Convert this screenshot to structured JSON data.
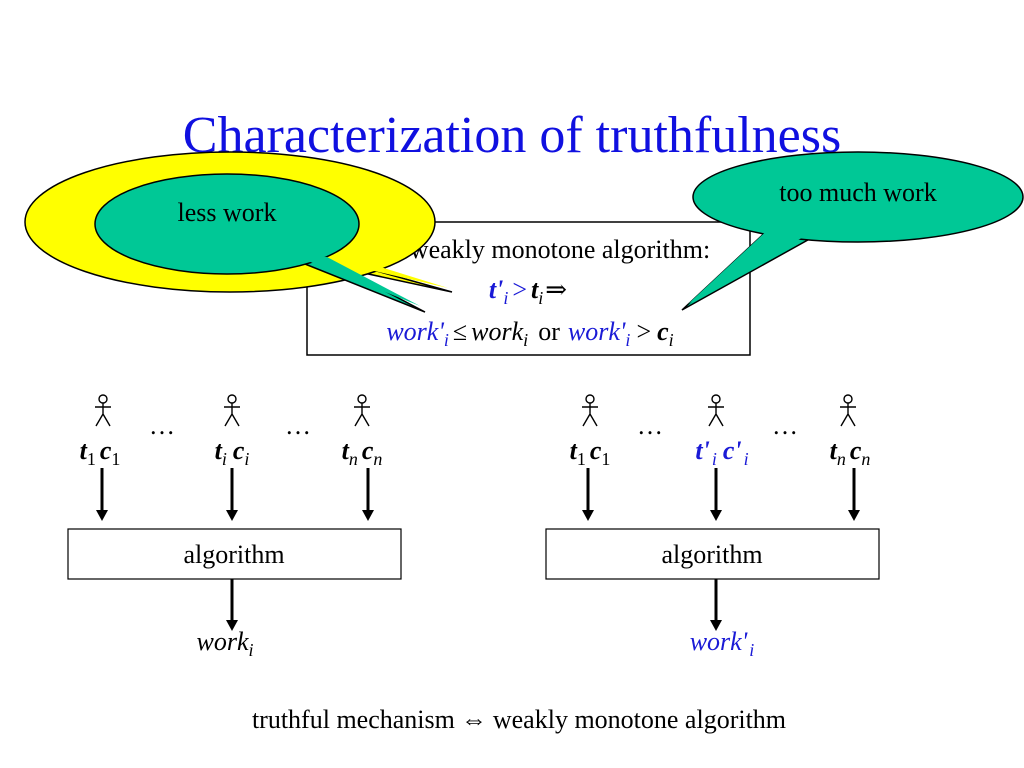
{
  "slide": {
    "title": "Characterization of truthfulness",
    "colors": {
      "title": "#1010e0",
      "accent": "#1a1ad6",
      "callout_green": "#00c896",
      "callout_yellow": "#ffff00",
      "ink": "#000000"
    }
  },
  "definition_box": {
    "heading": "weakly monotone algorithm:",
    "condition": {
      "t_prime": "t'",
      "sub_i": "i",
      "gt": ">",
      "t": "t",
      "implies": "⇒"
    },
    "consequence": {
      "work_prime": "work'",
      "leq": "≤",
      "work": "work",
      "sub_i": "i",
      "or": "or",
      "gt": ">",
      "c": "c"
    }
  },
  "callouts": {
    "yellow_text": "",
    "less_work": "less work",
    "too_much_work": "too much work"
  },
  "left_diagram": {
    "agents": [
      {
        "t": "t",
        "c": "c",
        "sub": "1"
      },
      {
        "t": "t",
        "c": "c",
        "sub": "i"
      },
      {
        "t": "t",
        "c": "c",
        "sub": "n"
      }
    ],
    "ellipsis": "…",
    "box_label": "algorithm",
    "output": {
      "name": "work",
      "sub": "i"
    }
  },
  "right_diagram": {
    "agents": [
      {
        "t": "t",
        "c": "c",
        "sub": "1"
      },
      {
        "t": "t'",
        "c": "c'",
        "sub": "i",
        "highlight": true
      },
      {
        "t": "t",
        "c": "c",
        "sub": "n"
      }
    ],
    "ellipsis": "…",
    "box_label": "algorithm",
    "output": {
      "name": "work'",
      "sub": "i"
    }
  },
  "footer": {
    "left": "truthful mechanism",
    "iff": "⇔",
    "right": "weakly monotone algorithm"
  },
  "icons": [
    "stick-figure-icon",
    "down-arrow-icon"
  ]
}
